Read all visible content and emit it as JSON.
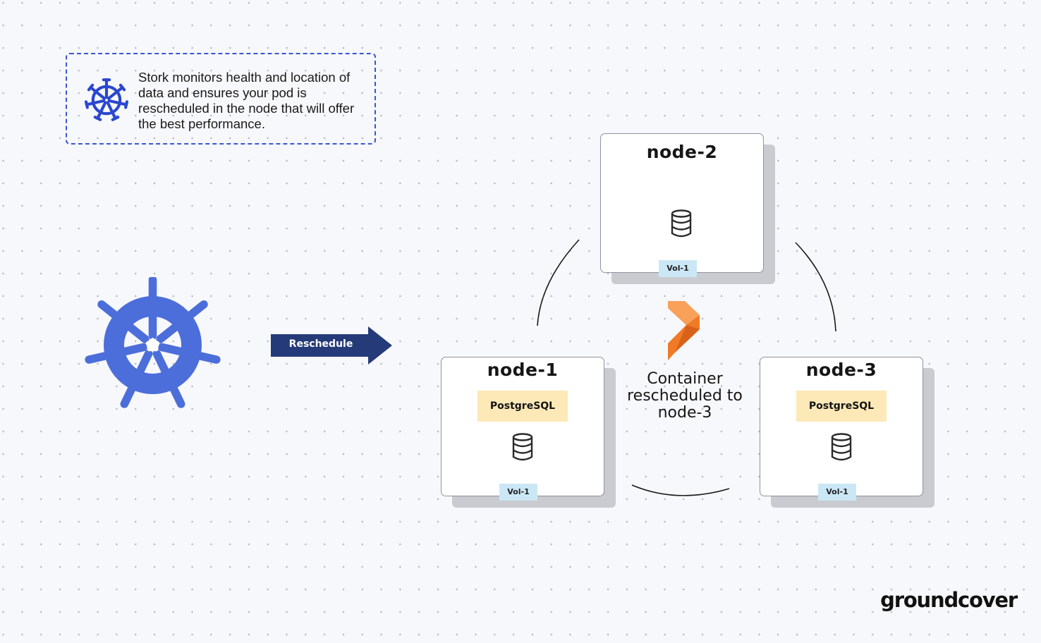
{
  "info_box": {
    "icon": "kubernetes-wheel-icon",
    "text": "Stork monitors health and location of data and ensures your pod is rescheduled in the node that will offer the best performance."
  },
  "reschedule": {
    "label": "Reschedule",
    "icon": "kubernetes-logo"
  },
  "nodes": [
    {
      "title": "node-2",
      "database_icon": "database-icon",
      "volume": "Vol-1"
    },
    {
      "title": "node-1",
      "app": "PostgreSQL",
      "database_icon": "database-icon",
      "volume": "Vol-1"
    },
    {
      "title": "node-3",
      "app": "PostgreSQL",
      "database_icon": "database-icon",
      "volume": "Vol-1"
    }
  ],
  "caption": "Container rescheduled to node-3",
  "center_icon": "portworx-logo",
  "brand": "groundcover",
  "colors": {
    "kubernetes_blue": "#4c6edb",
    "info_icon_blue": "#2b47cf",
    "arrow_navy": "#253a78",
    "postgres_label": "#fde9b8",
    "volume_label": "#cbe7f5",
    "portworx_orange": "#f07a26"
  }
}
